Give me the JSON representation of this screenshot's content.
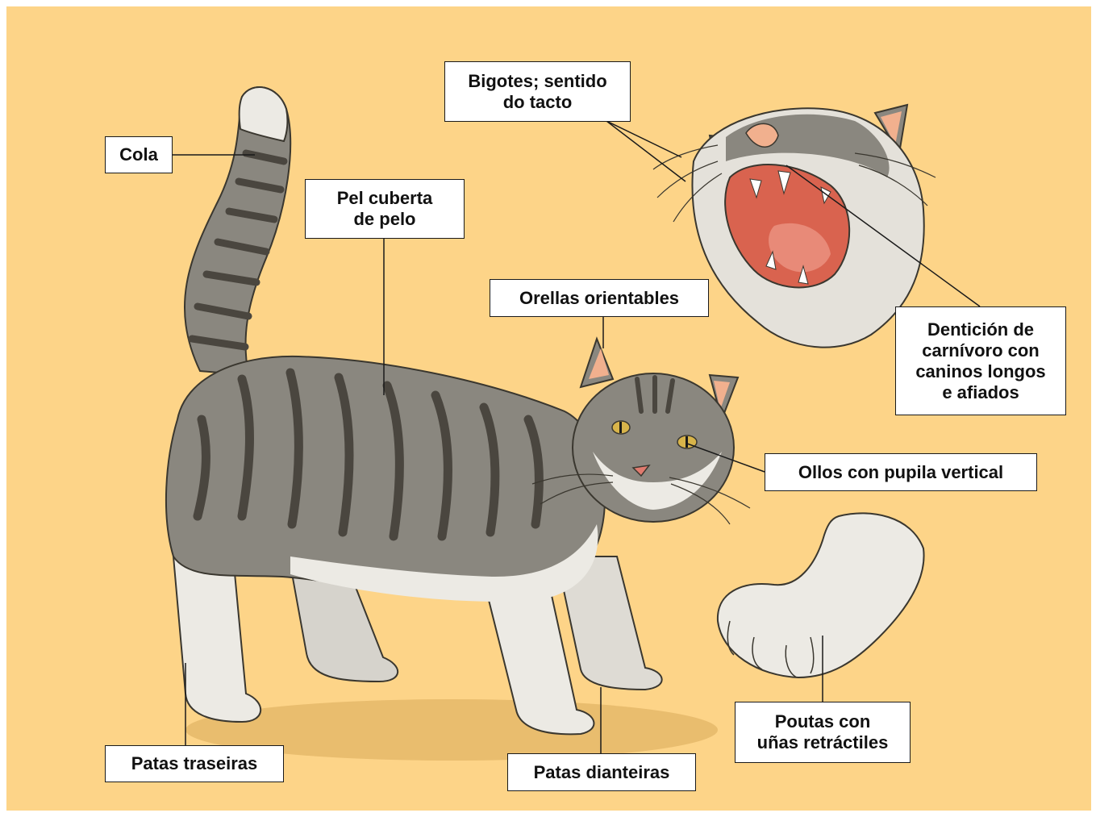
{
  "colors": {
    "background": "#fdd488",
    "fur_gray": "#8a877f",
    "fur_stripes": "#4a463f",
    "fur_white": "#eceae4",
    "inner_ear": "#f1b08e",
    "mouth": "#d9634f",
    "eye": "#d8b44a"
  },
  "labels": {
    "cola": "Cola",
    "pel_1": "Pel cuberta",
    "pel_2": "de pelo",
    "bigotes_1": "Bigotes; sentido",
    "bigotes_2": "do tacto",
    "orellas": "Orellas orientables",
    "denticion_1": "Dentición de",
    "denticion_2": "carnívoro con",
    "denticion_3": "caninos longos",
    "denticion_4": "e afiados",
    "ollos": "Ollos con pupila vertical",
    "poutas_1": "Poutas con",
    "poutas_2": "uñas retráctiles",
    "patas_traseiras": "Patas traseiras",
    "patas_dianteiras": "Patas dianteiras"
  }
}
